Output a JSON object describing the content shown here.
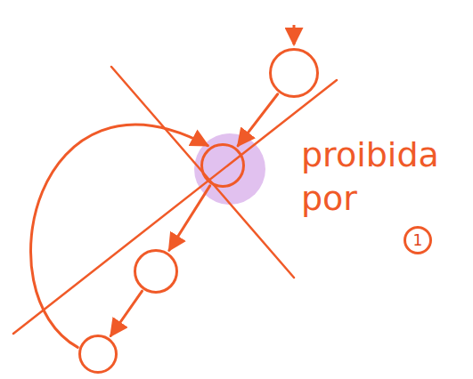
{
  "diagram": {
    "nodes": [
      {
        "text": []
      },
      {
        "text": []
      },
      {
        "text": [
          "1"
        ]
      },
      {
        "text": []
      },
      {
        "text": []
      }
    ],
    "edges": [
      {
        "from": 0,
        "to": 1,
        "arrow": "to"
      },
      {
        "from": 1,
        "to": 3,
        "arrow": "to"
      },
      {
        "from": 3,
        "to": 4,
        "arrow": "to"
      },
      {
        "from": 4,
        "to": 1,
        "arrow": "to"
      }
    ],
    "labels": [
      "proibida por"
    ]
  }
}
